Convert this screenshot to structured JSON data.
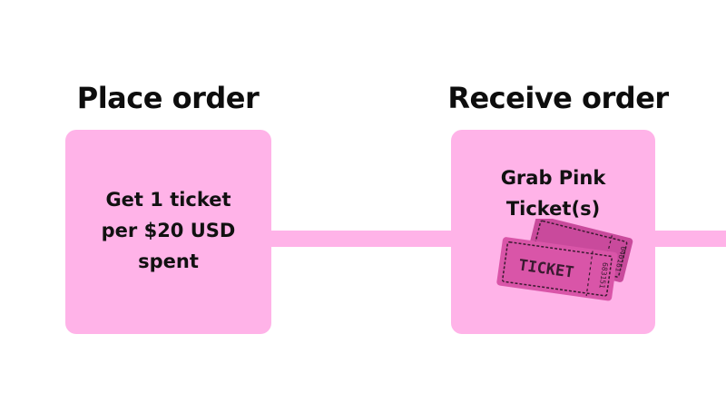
{
  "steps": [
    {
      "title": "Place order",
      "card_lines": [
        "Get 1 ticket",
        "per $20 USD",
        "spent"
      ]
    },
    {
      "title": "Receive order",
      "card_lines": [
        "Grab Pink",
        "Ticket(s)"
      ],
      "ticket": {
        "label": "TICKET",
        "back_number": "040161",
        "front_number": "683151"
      }
    }
  ],
  "colors": {
    "card": "#ffb3e8",
    "connector": "#ffb3e8",
    "ticket": "#d955a8",
    "ticket_ink": "#3a1a30"
  }
}
